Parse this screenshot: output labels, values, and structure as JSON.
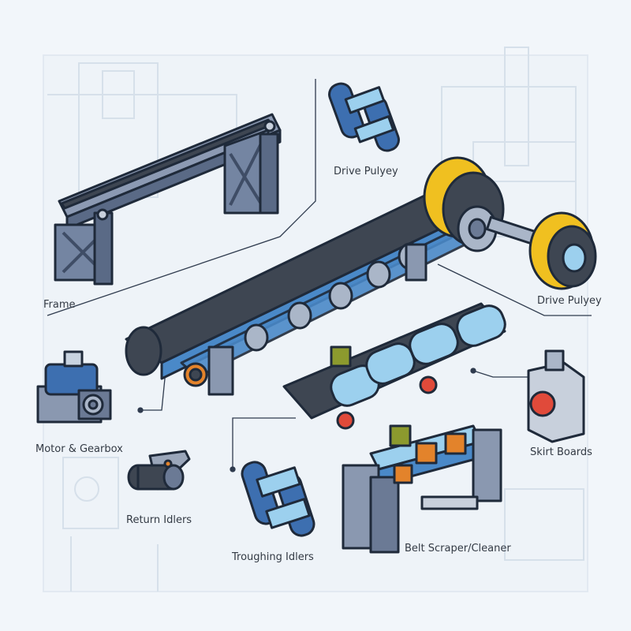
{
  "labels": {
    "drive_pulley_top": "Drive Pulyey",
    "drive_pulley_right": "Drive Pulyey",
    "frame": "Frame",
    "motor_gearbox": "Motor & Gearbox",
    "skirt_boards": "Skirt Boards",
    "return_idlers": "Return Idlers",
    "troughing_idlers": "Troughing Idlers",
    "belt_scraper": "Belt Scraper/Cleaner"
  },
  "colors": {
    "background": "#f2f6fa",
    "outline": "#1f2a3a",
    "frame_steel": "#6b7a95",
    "belt": "#3e4652",
    "belt_edge": "#4a89c8",
    "pulley_yellow": "#f0c020",
    "roller_blue": "#9cd0ee",
    "motor_blue": "#3d6fb0",
    "accent_orange": "#e3832b",
    "accent_red": "#e04a3a",
    "box_olive": "#8c9a2e",
    "leader_line": "#2f3b4e"
  }
}
